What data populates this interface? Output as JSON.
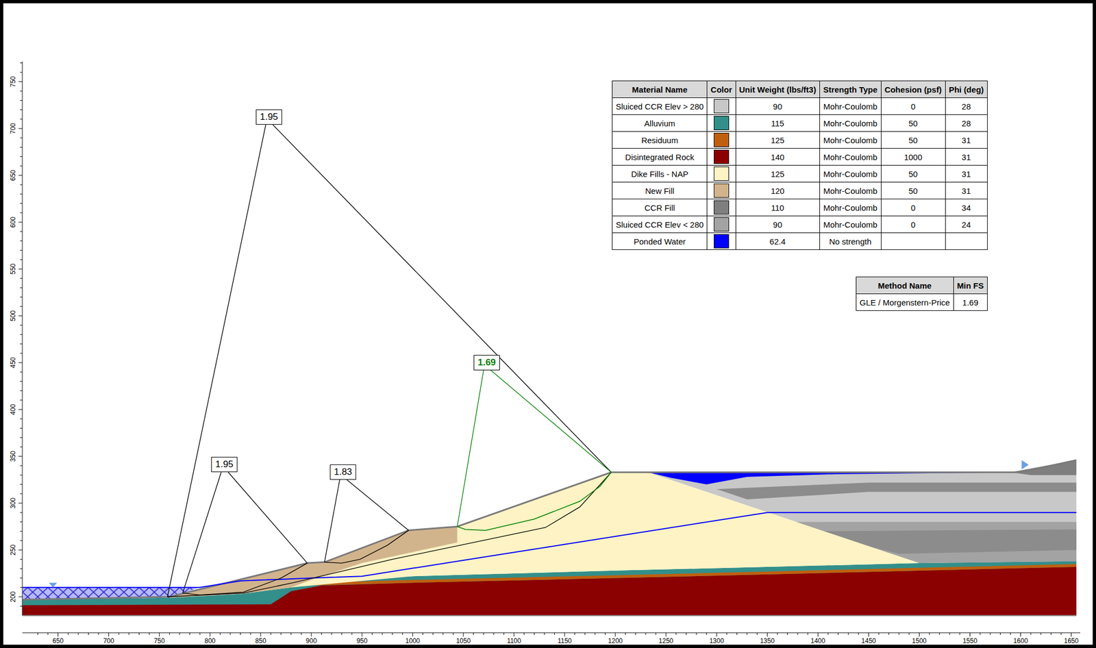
{
  "diagram": {
    "nodes": [
      {
        "text": [
          "1.95"
        ]
      },
      {
        "text": [
          "1.69"
        ]
      },
      {
        "text": [
          "1.95"
        ]
      },
      {
        "text": [
          "1.83"
        ]
      }
    ],
    "labels": [
      "Material Name",
      "Color",
      "Unit Weight (lbs/ft3)",
      "Strength Type",
      "Cohesion (psf)",
      "Phi (deg)",
      "90",
      "Mohr-Coulomb",
      "0",
      "28",
      "115",
      "Mohr-Coulomb",
      "50",
      "28",
      "125",
      "Mohr-Coulomb",
      "50",
      "31",
      "140",
      "Mohr-Coulomb",
      "1000",
      "31",
      "125",
      "Mohr-Coulomb",
      "50",
      "31",
      "120",
      "Mohr-Coulomb",
      "50",
      "31",
      "110",
      "Mohr-Coulomb",
      "0",
      "34",
      "90",
      "Mohr-Coulomb",
      "0",
      "24",
      "62.4",
      "No strength",
      "Method Name",
      "Min FS",
      "GLE / Morgenstern-Price",
      "1.69",
      "750",
      "700",
      "650",
      "600",
      "550",
      "500",
      "450",
      "400",
      "350",
      "300",
      "250",
      "200",
      "650",
      "700",
      "750",
      "800",
      "850",
      "900",
      "950",
      "1000",
      "1050",
      "1100",
      "1150",
      "1200",
      "1250",
      "1300",
      "1350",
      "1400",
      "1450",
      "1500",
      "1550",
      "1600",
      "1650"
    ],
    "legend": [
      {
        "text": "Sluiced CCR Elev > 280",
        "color": "#c8c8c8"
      },
      {
        "text": "Alluvium",
        "color": "#338f8a"
      },
      {
        "text": "Residuum",
        "color": "#c0600f"
      },
      {
        "text": "Disintegrated Rock",
        "color": "#8b0000"
      },
      {
        "text": "Dike Fills - NAP",
        "color": "#fdf3c4"
      },
      {
        "text": "New Fill",
        "color": "#d2b48c"
      },
      {
        "text": "CCR Fill",
        "color": "#7f7f7f"
      },
      {
        "text": "Sluiced CCR Elev < 280",
        "color": "#a3a3a3"
      },
      {
        "text": "Ponded Water",
        "color": "#0000ff"
      }
    ]
  }
}
